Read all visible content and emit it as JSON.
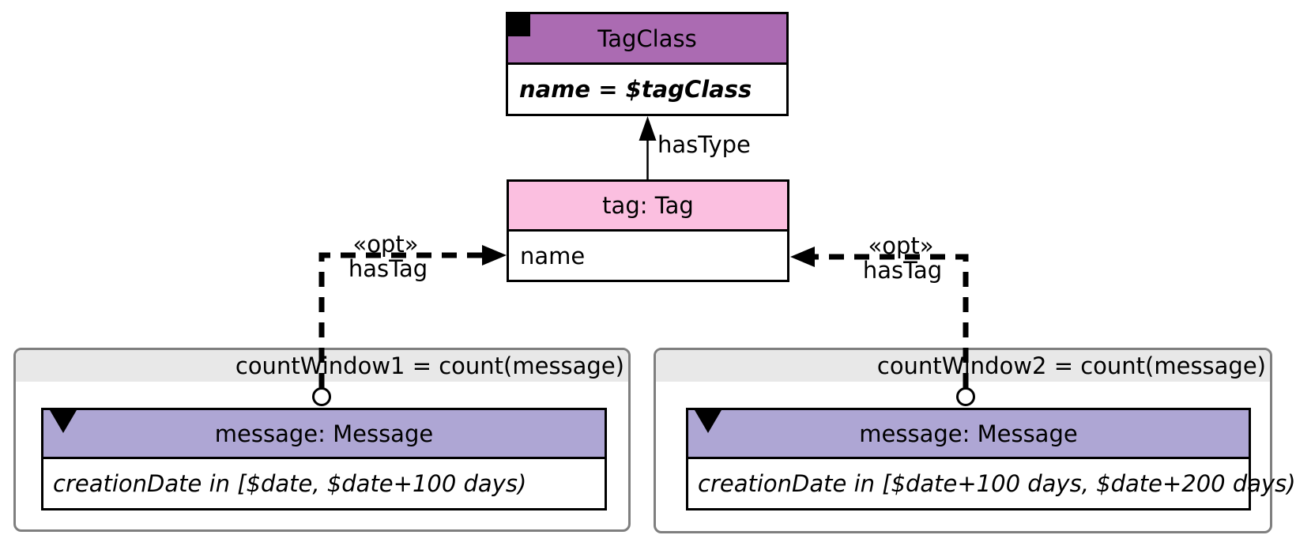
{
  "diagram": {
    "tag_class_node": {
      "title": "TagClass",
      "constraint": "name = $tagClass"
    },
    "tag_node": {
      "title": "tag: Tag",
      "attribute": "name"
    },
    "has_type_edge": {
      "label": "hasType"
    },
    "has_tag_edge_left": {
      "stereotype": "«opt»",
      "label": "hasTag"
    },
    "has_tag_edge_right": {
      "stereotype": "«opt»",
      "label": "hasTag"
    },
    "count_window_1": {
      "title": "countWindow1 = count(message)",
      "message_node": {
        "title": "message: Message",
        "constraint": "creationDate in [$date, $date+100 days)"
      }
    },
    "count_window_2": {
      "title": "countWindow2 = count(message)",
      "message_node": {
        "title": "message: Message",
        "constraint": "creationDate in [$date+100 days, $date+200 days)"
      }
    }
  },
  "colors": {
    "tag_class_header": "#ab6bb2",
    "tag_header": "#fbbfe0",
    "message_header": "#aea6d4",
    "window_header": "#e8e8e8",
    "window_border": "#7f7f7f",
    "edge": "#000000",
    "canvas_bg": "#ffffff"
  }
}
